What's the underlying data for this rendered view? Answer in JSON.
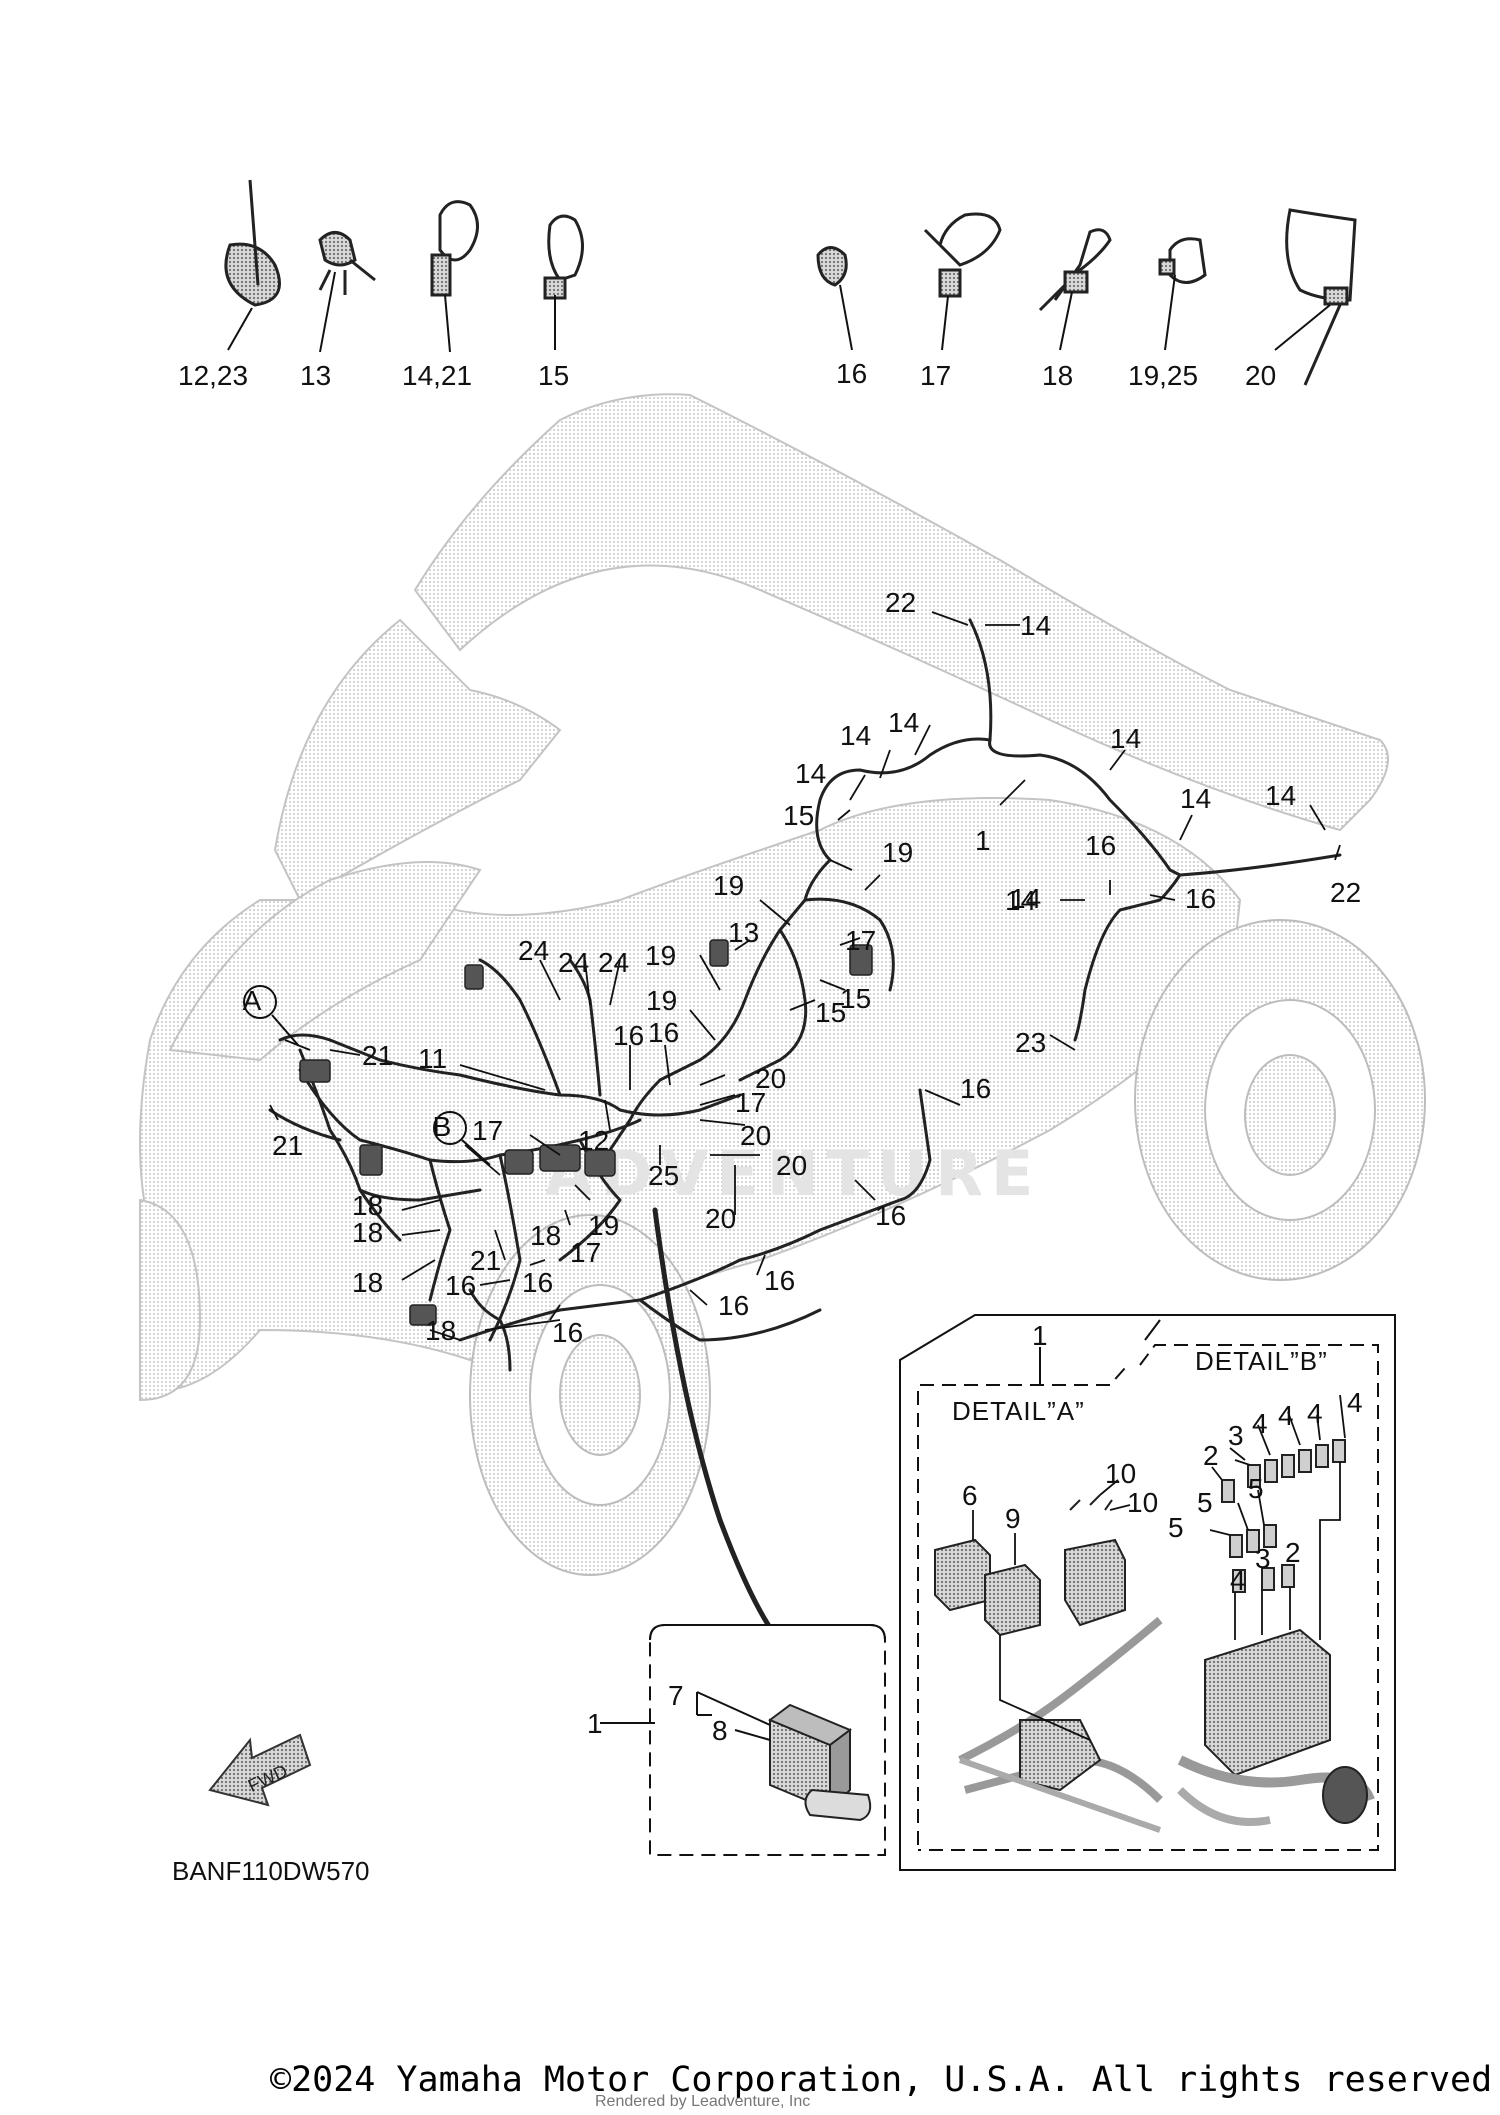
{
  "hardware_callouts": [
    {
      "id": "hw-12-23",
      "label": "12,23"
    },
    {
      "id": "hw-13",
      "label": "13"
    },
    {
      "id": "hw-14-21",
      "label": "14,21"
    },
    {
      "id": "hw-15",
      "label": "15"
    },
    {
      "id": "hw-16",
      "label": "16"
    },
    {
      "id": "hw-17",
      "label": "17"
    },
    {
      "id": "hw-18",
      "label": "18"
    },
    {
      "id": "hw-19-25",
      "label": "19,25"
    },
    {
      "id": "hw-20",
      "label": "20"
    }
  ],
  "harness_callouts": [
    "22",
    "14",
    "14",
    "14",
    "14",
    "14",
    "1",
    "14",
    "14",
    "14",
    "22",
    "15",
    "19",
    "19",
    "16",
    "14",
    "16",
    "17",
    "13",
    "19",
    "15",
    "24",
    "24",
    "24",
    "19",
    "15",
    "23",
    "11",
    "16",
    "16",
    "20",
    "17",
    "20",
    "A",
    "21",
    "21",
    "17",
    "12",
    "20",
    "B",
    "25",
    "16",
    "16",
    "19",
    "18",
    "18",
    "17",
    "18",
    "20",
    "21",
    "16",
    "18",
    "16",
    "16",
    "16",
    "18",
    "16"
  ],
  "detail_a": {
    "title": "DETAIL”A”",
    "parent": "1",
    "callouts": [
      "6",
      "9",
      "10",
      "10"
    ]
  },
  "detail_b": {
    "title": "DETAIL”B”",
    "callouts": [
      "4",
      "4",
      "4",
      "3",
      "4",
      "2",
      "5",
      "5",
      "5",
      "10",
      "4",
      "3",
      "2"
    ]
  },
  "relay_inset": {
    "parent": "1",
    "callouts": [
      "7",
      "8"
    ]
  },
  "fwd_label": "FWD",
  "diagram_code": "BANF110DW570",
  "watermark": "ADVENTURE",
  "copyright": "©2024 Yamaha Motor Corporation, U.S.A. All rights reserved.",
  "rendered_by": "Rendered by Leadventure, Inc"
}
